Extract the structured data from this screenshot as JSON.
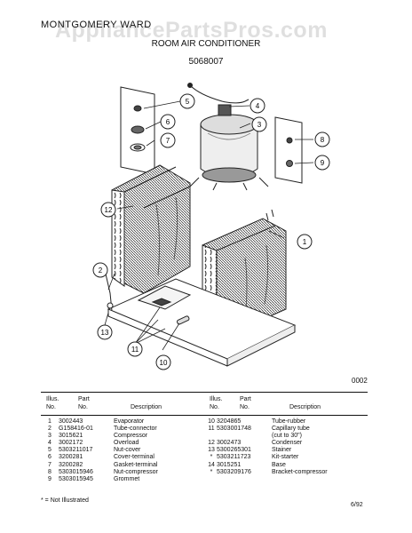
{
  "header": {
    "brand": "MONTGOMERY WARD",
    "watermark": "AppliancePartsPros.com",
    "title": "ROOM AIR CONDITIONER",
    "model_number": "5068007"
  },
  "diagram": {
    "code": "0002",
    "callouts": [
      "1",
      "2",
      "3",
      "4",
      "5",
      "6",
      "7",
      "8",
      "9",
      "10",
      "11",
      "12",
      "13"
    ]
  },
  "table": {
    "headers": {
      "illus_no": [
        "Illus.",
        "No."
      ],
      "part_no": [
        "Part",
        "No."
      ],
      "description": "Description"
    },
    "left_rows": [
      {
        "illus": "1",
        "part": "3002443",
        "desc": "Evaporator"
      },
      {
        "illus": "2",
        "part": "G158416-01",
        "desc": "Tube-connector"
      },
      {
        "illus": "3",
        "part": "3015621",
        "desc": "Compressor"
      },
      {
        "illus": "4",
        "part": "3002172",
        "desc": "Overload"
      },
      {
        "illus": "5",
        "part": "5303211017",
        "desc": "Nut-cover"
      },
      {
        "illus": "6",
        "part": "3200281",
        "desc": "Cover-terminal"
      },
      {
        "illus": "7",
        "part": "3200282",
        "desc": "Gasket-terminal"
      },
      {
        "illus": "8",
        "part": "5303015946",
        "desc": "Nut-compressor"
      },
      {
        "illus": "9",
        "part": "5303015945",
        "desc": "Grommet"
      }
    ],
    "right_rows": [
      {
        "illus": "10",
        "part": "3204865",
        "desc": "Tube-rubber"
      },
      {
        "illus": "11",
        "part": "5303001748",
        "desc": "Capillary tube"
      },
      {
        "illus": "",
        "part": "",
        "desc": "(cut to 30\")"
      },
      {
        "illus": "12",
        "part": "3002473",
        "desc": "Condenser"
      },
      {
        "illus": "13",
        "part": "5300265301",
        "desc": "Stainer"
      },
      {
        "illus": "*",
        "part": "5303211723",
        "desc": "Kit-starter"
      },
      {
        "illus": "14",
        "part": "3015251",
        "desc": "Base"
      },
      {
        "illus": "*",
        "part": "5303209176",
        "desc": "Bracket-compressor"
      }
    ]
  },
  "footer": {
    "footnote": "* = Not Illustrated",
    "date": "6/92"
  }
}
